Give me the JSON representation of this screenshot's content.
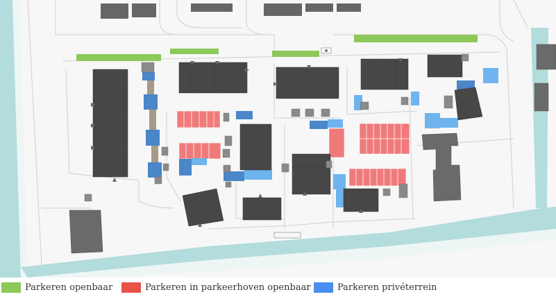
{
  "colors": {
    "water": "#b3dcdc",
    "ground": "#f7f7f7",
    "road_line": "#cfcfcf",
    "building": "#4a4a4a",
    "shed": "#8a8a8a",
    "parking_public": "#8cc85a",
    "parking_court": "#f07a7a",
    "parking_private_dark": "#4a86c8",
    "parking_private_light": "#6eb4ee",
    "brick": "#a89a88"
  },
  "legend": [
    {
      "label": "Parkeren openbaar",
      "color": "#8cc85a"
    },
    {
      "label": "Parkeren in parkeerhoven openbaar",
      "color": "#e8524a"
    },
    {
      "label": "Parkeren privéterrein",
      "color": "#4a8ef0"
    }
  ]
}
